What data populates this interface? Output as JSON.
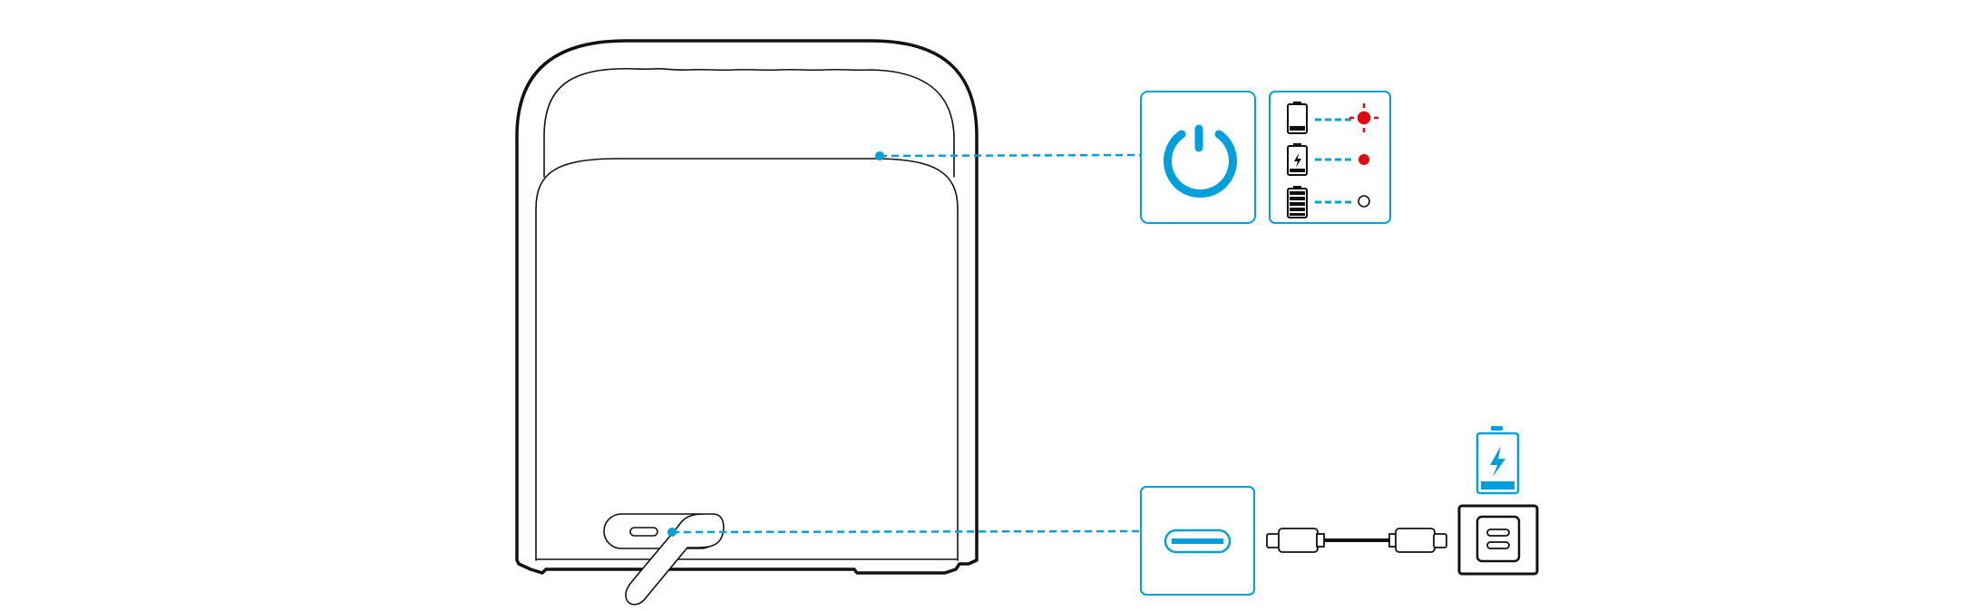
{
  "colors": {
    "accent": "#00a0dc",
    "outline": "#111111",
    "led_red": "#e30613",
    "background": "#ffffff"
  },
  "callouts": [
    {
      "target": "power-button",
      "icon": "power-icon"
    },
    {
      "target": "usb-c-port",
      "icon": "usb-c-port-icon"
    }
  ],
  "battery_indicators": [
    {
      "battery_level": "low",
      "icon": "battery-low-icon",
      "led": "blinking-red"
    },
    {
      "battery_level": "charging",
      "icon": "battery-charging-icon",
      "led": "solid-red"
    },
    {
      "battery_level": "full",
      "icon": "battery-full-icon",
      "led": "off"
    }
  ],
  "charging_setup": {
    "cable": "usb-c-to-usb-c-cable-icon",
    "charger": "dual-usb-c-wall-charger-icon",
    "status": "charging-battery-icon"
  }
}
